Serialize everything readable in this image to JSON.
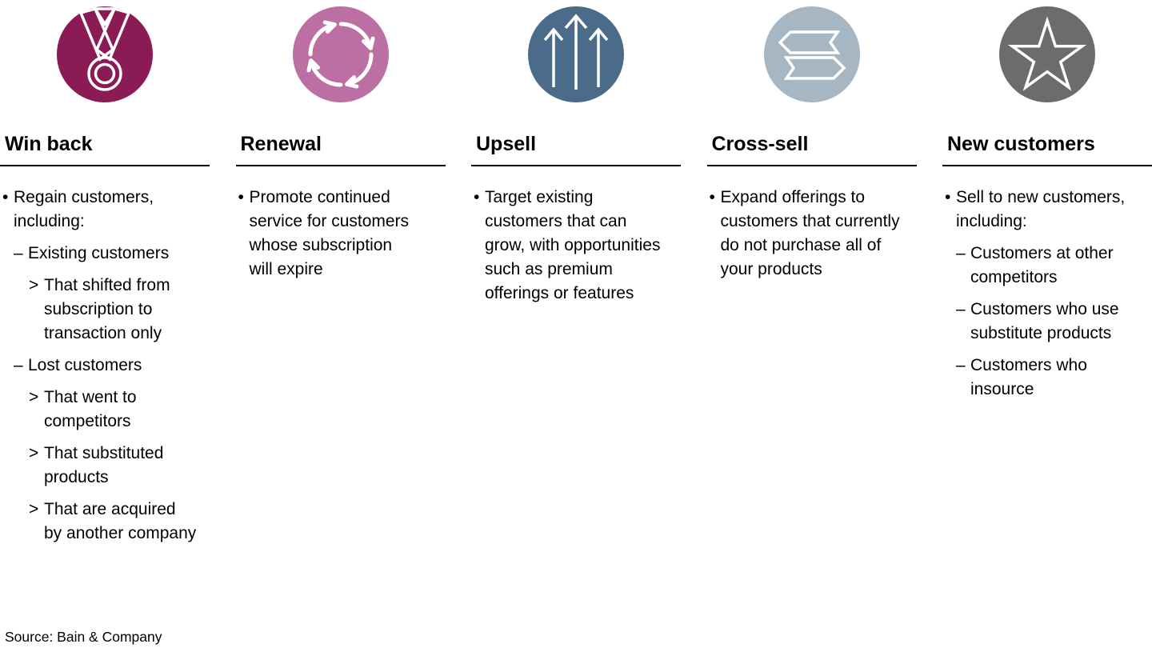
{
  "source_note": "Source: Bain & Company",
  "columns": [
    {
      "title": "Win back",
      "icon": "medal-icon",
      "circle_color": "#8a1b55",
      "items": [
        {
          "level": 0,
          "marker": "•",
          "text": "Regain customers,\nincluding:"
        },
        {
          "level": 1,
          "marker": "–",
          "text": "Existing customers"
        },
        {
          "level": 2,
          "marker": ">",
          "text": "That shifted from\nsubscription to\ntransaction only"
        },
        {
          "level": 1,
          "marker": "–",
          "text": "Lost customers"
        },
        {
          "level": 2,
          "marker": ">",
          "text": "That went to\ncompetitors"
        },
        {
          "level": 2,
          "marker": ">",
          "text": "That substituted\nproducts"
        },
        {
          "level": 2,
          "marker": ">",
          "text": "That are acquired\nby another company"
        }
      ]
    },
    {
      "title": "Renewal",
      "icon": "renewal-cycle-icon",
      "circle_color": "#bb6fa2",
      "items": [
        {
          "level": 0,
          "marker": "•",
          "text": "Promote continued\nservice for customers\nwhose subscription\nwill expire"
        }
      ]
    },
    {
      "title": "Upsell",
      "icon": "up-arrows-icon",
      "circle_color": "#4a6b8a",
      "items": [
        {
          "level": 0,
          "marker": "•",
          "text": "Target existing\ncustomers that can\ngrow, with opportunities\nsuch as premium\nofferings or features"
        }
      ]
    },
    {
      "title": "Cross-sell",
      "icon": "cross-banners-icon",
      "circle_color": "#a7b6c3",
      "items": [
        {
          "level": 0,
          "marker": "•",
          "text": "Expand offerings to\ncustomers that currently\ndo not purchase all of\nyour products"
        }
      ]
    },
    {
      "title": "New customers",
      "icon": "star-icon",
      "circle_color": "#6c6c6c",
      "items": [
        {
          "level": 0,
          "marker": "•",
          "text": "Sell to new customers,\nincluding:"
        },
        {
          "level": 1,
          "marker": "–",
          "text": "Customers at other\ncompetitors"
        },
        {
          "level": 1,
          "marker": "–",
          "text": "Customers who use\nsubstitute products"
        },
        {
          "level": 1,
          "marker": "–",
          "text": "Customers who\ninsource"
        }
      ]
    }
  ]
}
